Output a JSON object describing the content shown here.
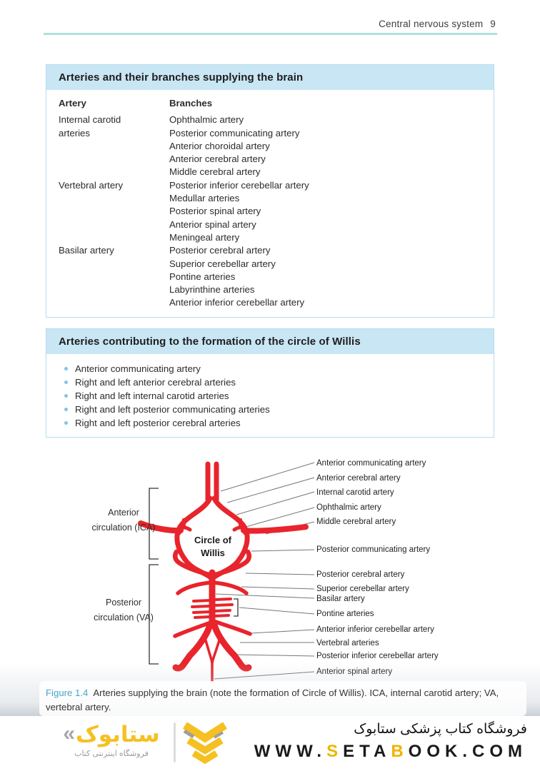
{
  "header": {
    "title": "Central nervous system",
    "page_number": "9"
  },
  "table_box": {
    "title": "Arteries and their branches supplying the brain",
    "col1_header": "Artery",
    "col2_header": "Branches",
    "rows": [
      {
        "artery": "Internal carotid arteries",
        "branches": [
          "Ophthalmic artery",
          "Posterior communicating artery",
          "Anterior choroidal artery",
          "Anterior cerebral artery",
          "Middle cerebral artery"
        ]
      },
      {
        "artery": "Vertebral artery",
        "branches": [
          "Posterior inferior cerebellar artery",
          "Medullar arteries",
          "Posterior spinal artery",
          "Anterior spinal artery",
          "Meningeal artery"
        ]
      },
      {
        "artery": "Basilar artery",
        "branches": [
          "Posterior cerebral artery",
          "Superior cerebellar artery",
          "Pontine arteries",
          "Labyrinthine arteries",
          "Anterior inferior cerebellar artery"
        ]
      }
    ]
  },
  "bullet_box": {
    "title": "Arteries contributing to the formation of the circle of Willis",
    "items": [
      "Anterior communicating artery",
      "Right and left anterior cerebral arteries",
      "Right and left internal carotid arteries",
      "Right and left posterior communicating arteries",
      "Right and left posterior cerebral arteries"
    ]
  },
  "figure": {
    "left_labels": [
      "Anterior circulation (ICA)",
      "Posterior circulation (VA)"
    ],
    "center_label": "Circle of Willis",
    "right_labels": [
      "Anterior communicating artery",
      "Anterior cerebral artery",
      "Internal carotid artery",
      "Ophthalmic artery",
      "Middle cerebral artery",
      "Posterior communicating artery",
      "Posterior cerebral artery",
      "Superior cerebellar artery",
      "Basilar artery",
      "Pontine arteries",
      "Anterior inferior cerebellar artery",
      "Vertebral arteries",
      "Posterior inferior cerebellar artery",
      "Anterior spinal artery"
    ],
    "caption_label": "Figure 1.4",
    "caption_text": "Arteries supplying the brain (note the formation of Circle of Willis). ICA, internal carotid artery; VA, vertebral artery."
  },
  "footer": {
    "logo_mark": "«",
    "logo_text": "ستابوک",
    "logo_tagline": "فروشگاه اینترنتی کتاب",
    "store_name_fa": "فروشگاه کتاب پزشکی ستابوک",
    "url_parts": {
      "p1": "WWW.",
      "p2": "S",
      "p3": "ETA",
      "p4": "B",
      "p5": "OOK.COM"
    }
  },
  "colors": {
    "title_bar_blue": "#c9e6f5",
    "box_border_blue": "#b5dcef",
    "header_rule_teal": "#b2dfdf",
    "bullet_blue": "#82c3e6",
    "artery_red": "#e8242c",
    "caption_blue": "#48a6c8",
    "brand_gold": "#f0b400"
  }
}
